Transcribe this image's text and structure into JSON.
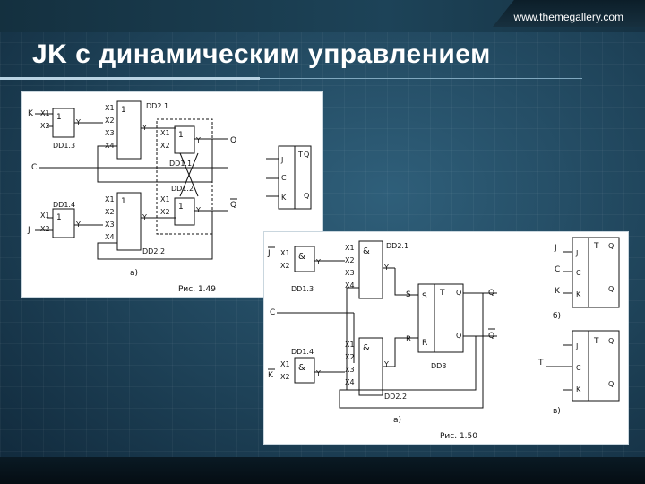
{
  "header": {
    "url": "www.themegallery.com",
    "title": "JK с динамическим управлением"
  },
  "fig1": {
    "caption": "Рис. 1.49",
    "sub": "а)",
    "dd13": "DD1.3",
    "dd14": "DD1.4",
    "dd21": "DD2.1",
    "dd22": "DD2.2",
    "dd11": "DD1.1",
    "dd12": "DD1.2",
    "K": "K",
    "C": "C",
    "J": "J",
    "x1": "X1",
    "x2": "X2",
    "x3": "X3",
    "x4": "X4",
    "one": "1",
    "y": "Y",
    "q": "Q",
    "qbar": "Q",
    "T": "T",
    "tJ": "J",
    "tC": "C",
    "tK": "K",
    "tQ": "Q",
    "tQbar": "Q"
  },
  "fig2": {
    "caption": "Рис. 1.50",
    "sub_a": "а)",
    "sub_b": "б)",
    "sub_v": "в)",
    "dd13": "DD1.3",
    "dd14": "DD1.4",
    "dd21": "DD2.1",
    "dd22": "DD2.2",
    "dd3": "DD3",
    "J": "J",
    "K": "K",
    "C": "C",
    "Ttext": "T",
    "S": "S",
    "R": "R",
    "amp": "&",
    "y": "Y",
    "x1": "X1",
    "x2": "X2",
    "x3": "X3",
    "x4": "X4",
    "q": "Q",
    "qbar": "Q",
    "T": "T",
    "tJ": "J",
    "tC": "C",
    "tK": "K",
    "tQ": "Q",
    "tQbar": "Q"
  }
}
